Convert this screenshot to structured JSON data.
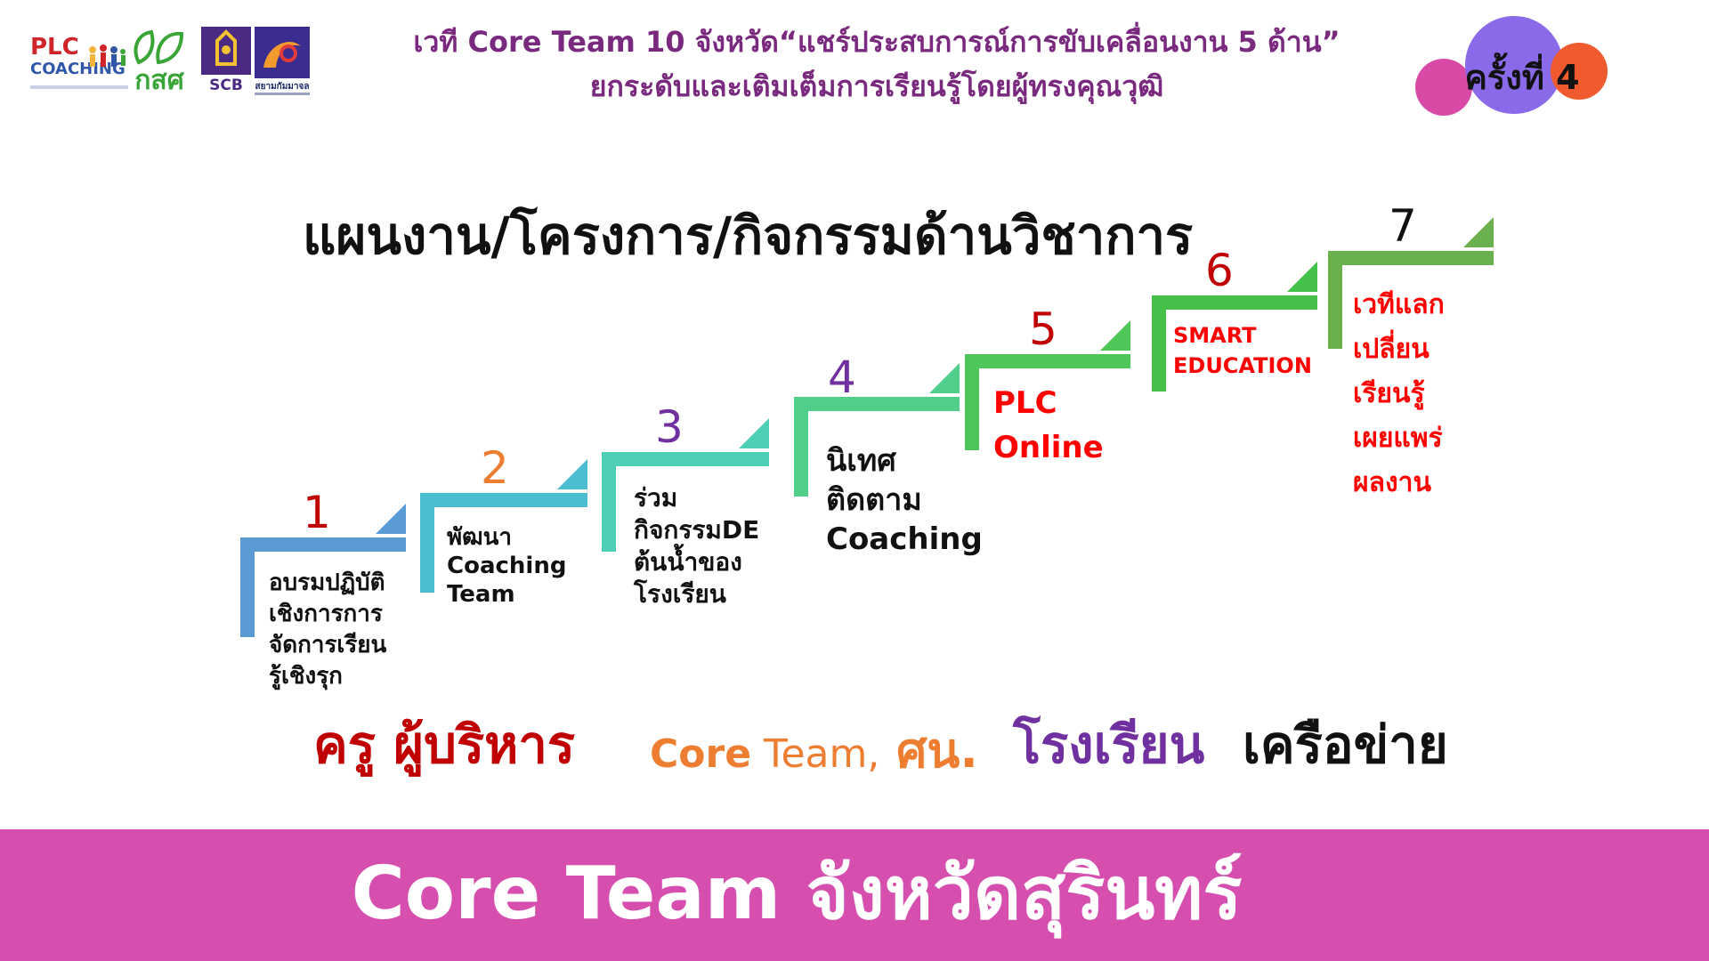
{
  "header": {
    "logos": {
      "plc": {
        "line1": "PLC",
        "line2": "COACHING"
      },
      "eef": {
        "label": "กสศ"
      },
      "scb": {
        "label": "SCB"
      },
      "siam": {
        "label": "สยามกัมมาจล"
      }
    },
    "title_line1": "เวที Core Team 10 จังหวัด“แชร์ประสบการณ์การขับเคลื่อนงาน 5 ด้าน”",
    "title_line2": "ยกระดับและเติมเต็มการเรียนรู้โดยผู้ทรงคุณวุฒิ",
    "badge": "ครั้งที่ 4"
  },
  "diagram": {
    "title": "แผนงาน/โครงการ/กิจกรรมด้านวิชาการ",
    "steps": [
      {
        "number": "1",
        "lines": [
          "อบรมปฏิบัติ",
          "เชิงการการ",
          "จัดการเรียน",
          "รู้เชิงรุก"
        ],
        "color": "#5b9bd5",
        "number_color": "#c00000",
        "text_color": "#111111"
      },
      {
        "number": "2",
        "lines": [
          "พัฒนา",
          "Coaching",
          "Team"
        ],
        "color": "#4bbfcf",
        "number_color": "#ed7d31",
        "text_color": "#111111"
      },
      {
        "number": "3",
        "lines": [
          "ร่วม",
          "กิจกรรมDE",
          "ต้นน้ำของ",
          "โรงเรียน"
        ],
        "color": "#4fcfb6",
        "number_color": "#7030a0",
        "text_color": "#111111"
      },
      {
        "number": "4",
        "lines": [
          "นิเทศ",
          "ติดตาม",
          "Coaching"
        ],
        "color": "#4fcf8a",
        "number_color": "#7030a0",
        "text_color": "#111111"
      },
      {
        "number": "5",
        "lines": [
          "PLC",
          "Online"
        ],
        "color": "#4fc65a",
        "number_color": "#c00000",
        "text_color": "#ff0000"
      },
      {
        "number": "6",
        "lines": [
          "SMART",
          "EDUCATION"
        ],
        "color": "#45c048",
        "number_color": "#c00000",
        "text_color": "#ff0000"
      },
      {
        "number": "7",
        "lines": [
          "เวทีแลก",
          "เปลี่ยน",
          "เรียนรู้",
          "เผยแพร่",
          "ผลงาน"
        ],
        "color": "#6ab04c",
        "number_color": "#111111",
        "text_color": "#ff0000"
      }
    ],
    "audience": {
      "teachers": "ครู ผู้บริหาร",
      "core_team_a": "Core",
      "core_team_b": " Team,",
      "sn": " ศน.",
      "schools": "โรงเรียน",
      "network": "เครือข่าย"
    },
    "colors": {
      "teachers": "#c00000",
      "core_team": "#ed7d31",
      "schools": "#7030a0",
      "network": "#111111"
    }
  },
  "footer": {
    "title": "Core Team จังหวัดสุรินทร์"
  }
}
